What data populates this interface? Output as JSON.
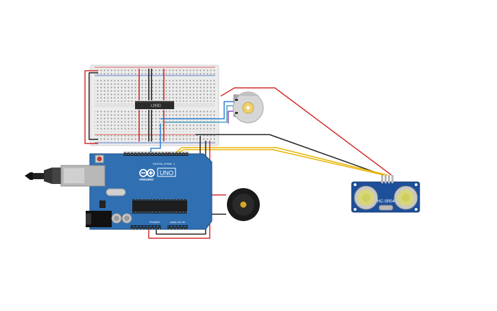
{
  "labels": {
    "chip": "L293D",
    "uno": "UNO",
    "arduino": "ARDUINO",
    "digital": "DIGITAL (PWM ~)",
    "power": "POWER",
    "analog_in": "ANALOG IN",
    "sensor": "HC-SR04"
  },
  "colors": {
    "board": "#2f6fb2",
    "board_dark": "#1f4f86",
    "sensor_board": "#1d4f9a",
    "wire_red": "#d22a2a",
    "wire_black": "#222222",
    "wire_yellow": "#e8b400",
    "wire_blue": "#2a7fd4",
    "breadboard": "#eeeeee"
  }
}
